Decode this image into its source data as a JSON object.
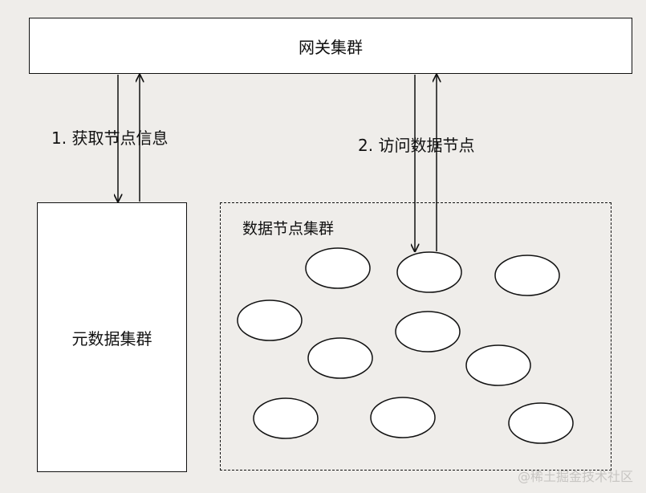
{
  "gateway": {
    "label": "网关集群"
  },
  "metadata_cluster": {
    "label": "元数据集群"
  },
  "data_cluster": {
    "label": "数据节点集群",
    "node_count": 10
  },
  "edges": {
    "fetch_info": "1. 获取节点信息",
    "access_nodes": "2. 访问数据节点"
  },
  "watermark": "@稀土掘金技术社区",
  "colors": {
    "background": "#efedea",
    "stroke": "#111111",
    "box_fill": "#ffffff"
  }
}
